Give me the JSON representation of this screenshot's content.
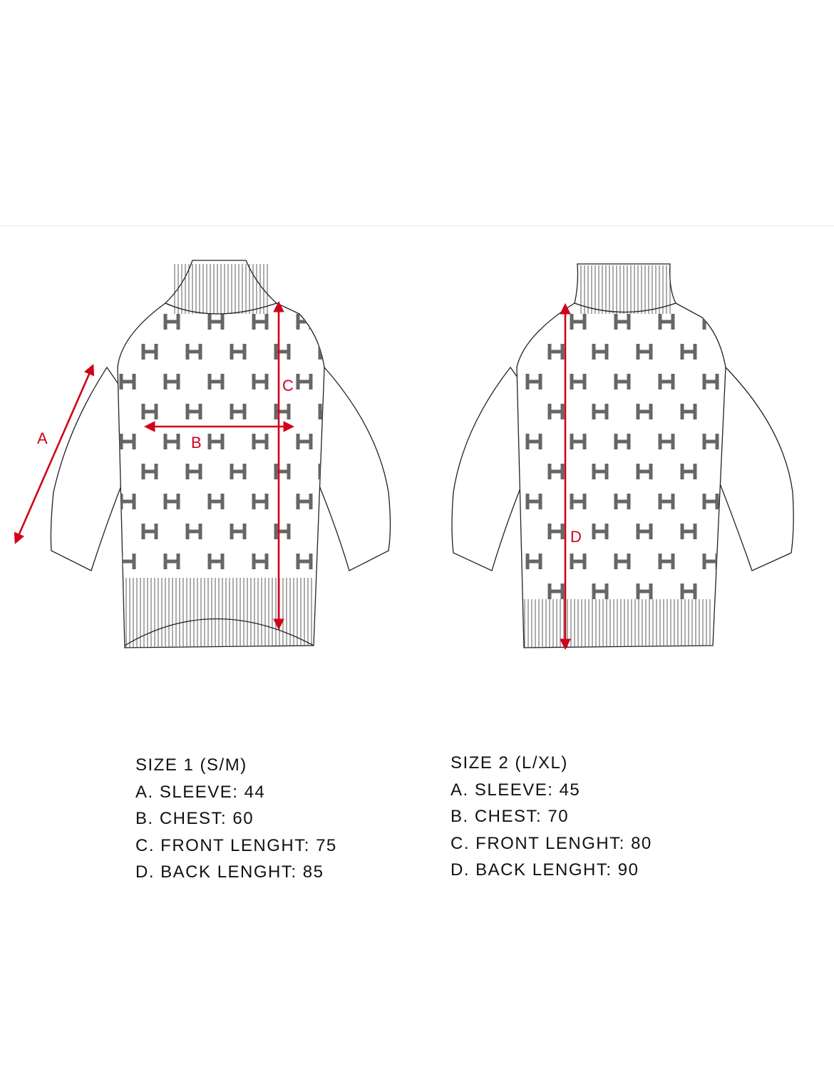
{
  "diagram": {
    "front_labels": {
      "a": "A",
      "b": "B",
      "c": "C"
    },
    "back_labels": {
      "d": "D"
    },
    "accent_color": "#d0021b",
    "pattern_color": "#666666"
  },
  "sizes": [
    {
      "title": "SIZE 1 (S/M)",
      "lines": [
        "A. SLEEVE: 44",
        "B. CHEST: 60",
        "C. FRONT LENGHT: 75",
        "D. BACK LENGHT: 85"
      ]
    },
    {
      "title": "SIZE 2 (L/XL)",
      "lines": [
        "A. SLEEVE: 45",
        "B. CHEST: 70",
        "C. FRONT LENGHT: 80",
        "D. BACK LENGHT: 90"
      ]
    }
  ]
}
